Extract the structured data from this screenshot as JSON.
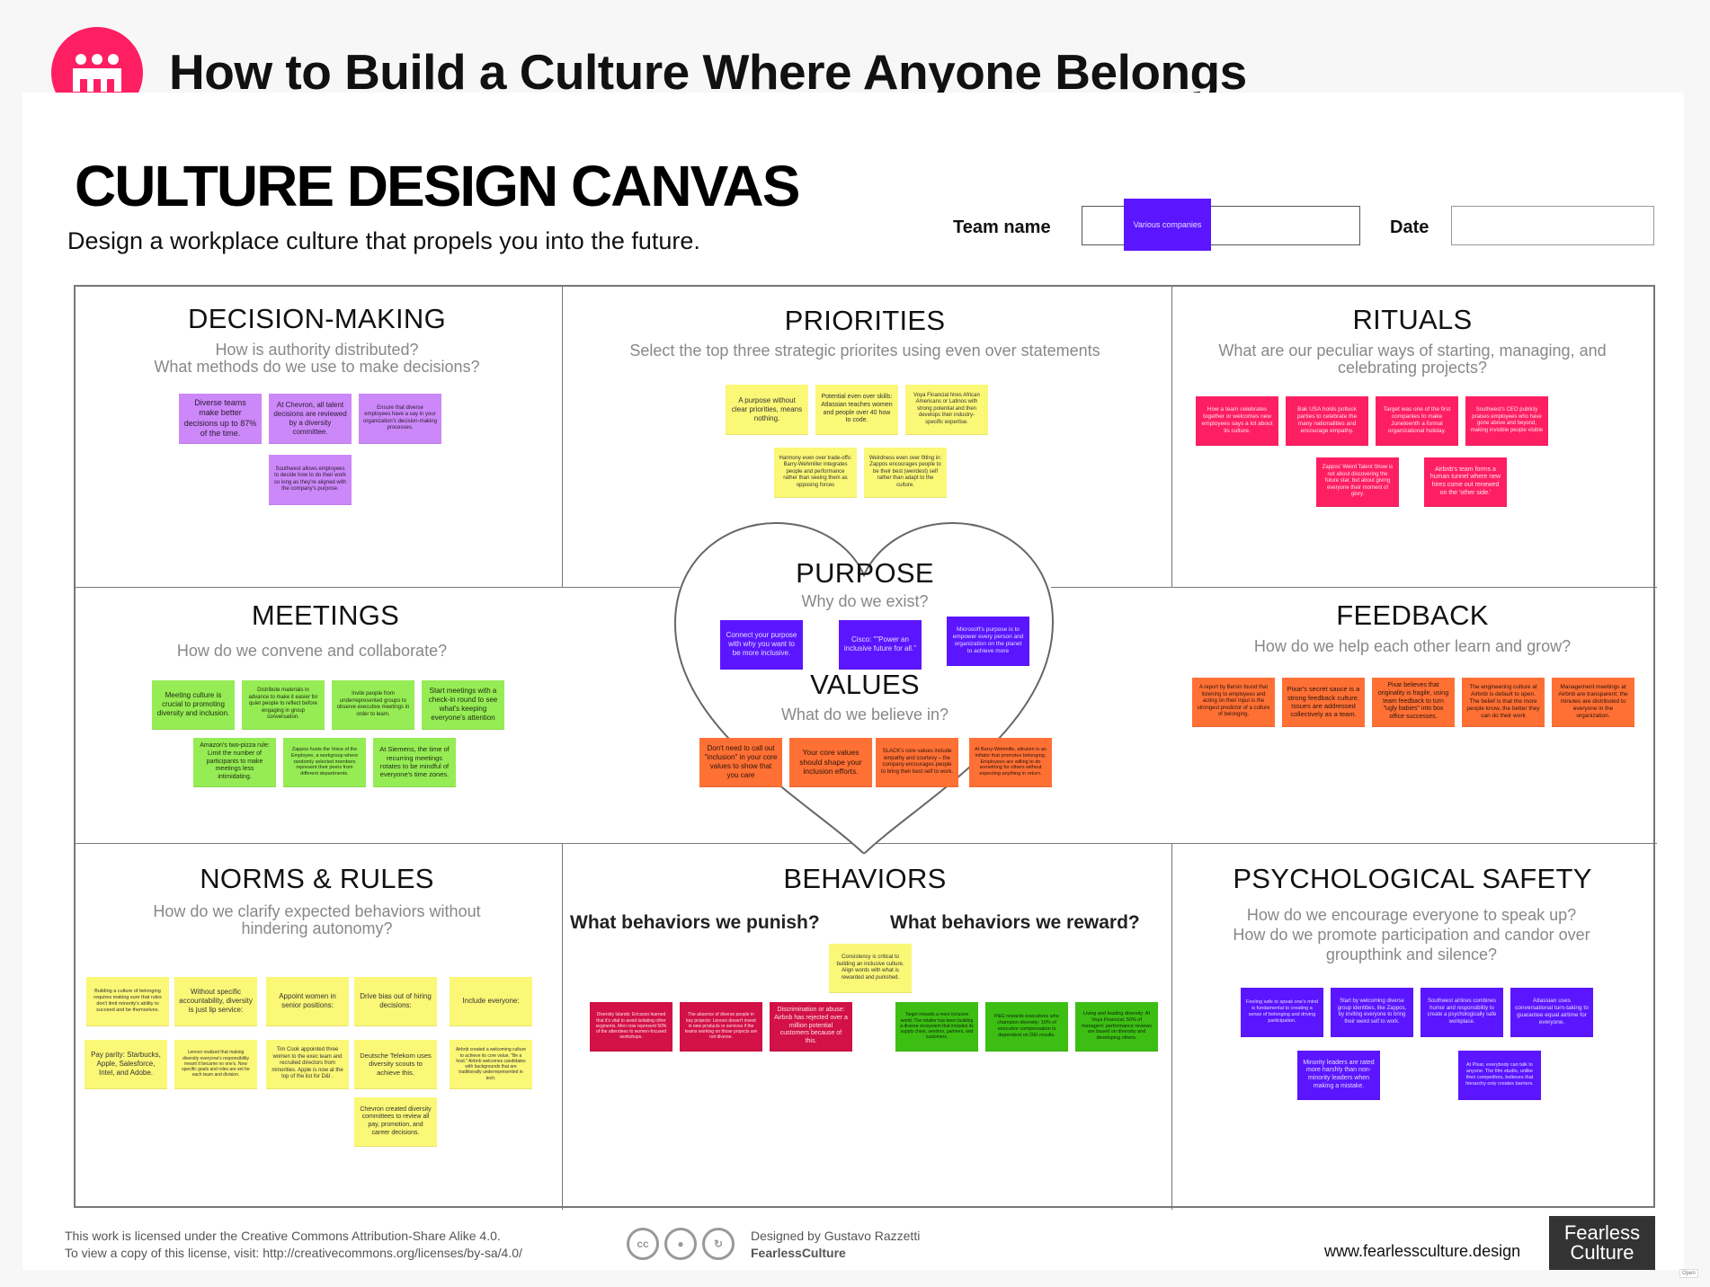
{
  "header": {
    "title": "How to Build a Culture Where Anyone Belongs",
    "logo_icon": "people-group-icon",
    "logo_color": "#fe1f63"
  },
  "canvas": {
    "title": "CULTURE DESIGN CANVAS",
    "subtitle": "Design a workplace culture that propels you into the future.",
    "team_label": "Team name",
    "team_value": "Various companies",
    "date_label": "Date",
    "date_value": ""
  },
  "sections": {
    "decision_making": {
      "title": "DECISION-MAKING",
      "question": "How is authority distributed?\nWhat methods do we use to make decisions?",
      "notes": [
        "Diverse teams make better decisions up to 87% of the time.",
        "At Chevron, all talent decisions are reviewed by a diversity committee.",
        "Ensure that diverse employees have a say in your organization's decision-making processes.",
        "Southwest allows employees to decide how to do their work so long as they're aligned with the company's purpose."
      ]
    },
    "priorities": {
      "title": "PRIORITIES",
      "question": "Select the top three strategic priorites using even over statements",
      "notes": [
        "A purpose without clear priorities, means nothing.",
        "Potential even over skills: Atlassian teaches women and people over 40 how to code.",
        "Voya Financial hires African Americans or Latinos with strong potential and then develops their industry-specific expertise.",
        "Harmony even over trade-offs: Barry-Wehmiller integrates people and performance rather than seeing them as opposing forces",
        "Weirdness even over fitting in: Zappos encourages people to be their best (weirdest) self rather than adapt to the culture."
      ]
    },
    "rituals": {
      "title": "RITUALS",
      "question": "What are our peculiar ways of starting, managing, and celebrating projects?",
      "notes": [
        "How a team celebrates together or welcomes new employees says a lot about its culture.",
        "Bak USA holds potluck parties to celebrate the many nationalities and encourage empathy.",
        "Target was one of the first companies to make Juneteenth a formal organizational holiday.",
        "Southwest's CEO publicly praises employees who have gone above and beyond, making invisible people visible",
        "Zappos' Weird Talent Show is not about discovering the future star, but about giving everyone their moment of glory.",
        "Airbnb's team forms a human tunnel where new hires come out renewed on the 'other side.'"
      ]
    },
    "meetings": {
      "title": "MEETINGS",
      "question": "How do we convene and collaborate?",
      "notes": [
        "Meeting culture is crucial to promoting diversity and inclusion.",
        "Distribute materials in advance to make it easier for quiet people to reflect before engaging in group conversation.",
        "Invite people from underrepresented groups to observe executive meetings in order to learn.",
        "Start meetings with a check-in round to see what's keeping everyone's attention",
        "Amazon's two-pizza rule: Limit the number of participants to make meetings less intimidating.",
        "Zappos hosts the Voice of the Employee, a workgroup where randomly selected members represent their peers from different departments.",
        "At Siemens, the time of recurring meetings rotates to be mindful of everyone's time zones."
      ]
    },
    "purpose": {
      "title": "PURPOSE",
      "question": "Why do we exist?",
      "notes": [
        "Connect your purpose with why you want to be more inclusive.",
        "Cisco: \"\"Power an inclusive future for all.\"",
        "Microsoft's purpose is to empower every person and organization on the planet to achieve more"
      ]
    },
    "values": {
      "title": "VALUES",
      "question": "What do we believe in?",
      "notes": [
        "Don't need to call out \"inclusion\" in your core values to show that you care",
        "Your core values should shape your inclusion efforts.",
        "SLACK's core values include empathy and courtesy – the company encourages people to bring their best self to work.",
        "At Barry-Wehmille, altruism is an inflator that promotes belonging. Employees are willing to do something for others without  expecting anything in return."
      ]
    },
    "feedback": {
      "title": "FEEDBACK",
      "question": "How do we help each other learn and grow?",
      "notes": [
        "A report by Bersin found that listening to employees and acting on their input is the strongest predictor of a culture of belonging.",
        "Pixar's secret sauce is a strong feedback culture. Issues are addressed collectively as a team.",
        "Pixar believes that originality is fragile, using team feedback to turn \"ugly babies\" into box office successes.",
        "The engineering culture at Airbnb is default to open. The belief is that the more people know, the better they can do their work",
        "Management meetings at Airbnb are transparent; the minutes are distributed to everyone in the organization."
      ]
    },
    "norms": {
      "title": "NORMS & RULES",
      "question": "How do we clarify expected behaviors without hindering autonomy?",
      "notes": [
        "Building a culture of belonging requires making sure that rules don't limit minority's ability to succeed and be themselves.",
        "Without specific accountability, diversity is just lip service:",
        "Appoint women in senior positions:",
        "Drive bias out of hiring decisions:",
        "Include everyone:",
        "Pay parity: Starbucks, Apple, Salesforce, Intel, and Adobe.",
        "Lenovo realized that making diversity everyone's responsibility meant it became no one's. Now specific goals and roles are set for each team and division.",
        "Tim Cook appointed three women to the exec team and recruited directors from minorities. Apple is now at the top of the list for D&I .",
        "Deutsche Telekom uses diversity scouts to achieve this.",
        "Airbnb created a welcoming culture to achieve its core value, \"Be a host.\" Airbnb welcomes candidates with backgrounds that are traditionally underrepresented in tech.",
        "Chevron created diversity committees to review all pay, promotion, and career decisions."
      ]
    },
    "behaviors": {
      "title": "BEHAVIORS",
      "punish_label": "What behaviors we punish?",
      "reward_label": "What behaviors we reward?",
      "center_note": "Consistency is critical to building an inclusive culture. Align words with what is rewarded and punished.",
      "punish_notes": [
        "Diversity Islands: Ericsson learned that it's vital to avoid isolating other segments. Men now represent 50% of the attendees to women-focused workshops.",
        "The absence of diverse people in key projects: Lenovo doesn't invest in new products or services if the teams working on those projects are not diverse.",
        "Discrimination or abuse: Airbnb has rejected over a million potential customers because of this."
      ],
      "reward_notes": [
        "Target rewards a more inclusive world: The retailer has been building a diverse ecosystem that includes its supply chain, vendors, partners, and customers.",
        "P&G rewards executives who champion diversity: 10% of executive compensation is dependent on DEI results.",
        "Living and leading diversity: At Voya Financial, 50% of managers' performance reviews are based on diversity and developing others."
      ]
    },
    "psych_safety": {
      "title": "PSYCHOLOGICAL SAFETY",
      "question": "How do we encourage everyone to speak up?\nHow do we promote participation and candor over groupthink and silence?",
      "notes": [
        "Feeling safe to speak one's mind is fundamental to creating a sense of belonging and driving participation.",
        "Start by welcoming diverse group identities, like Zappos, by inviting everyone to bring their weird self to work.",
        "Southwest airlines combines humor and responsibility to create a psychologically safe workplace.",
        "Atlassian uses conversational turn-taking to guarantee equal airtime for everyone.",
        "Minority leaders are rated more harshly than non-minority leaders when making a mistake.",
        "At Pixar, everybody can talk to anyone. The film studio, unlike their competitors, believes that hierarchy only creates barriers."
      ]
    }
  },
  "footer": {
    "license_line1": "This work is licensed under the Creative Commons Attribution-Share Alike 4.0.",
    "license_line2": "To view a copy of this license, visit: http://creativecommons.org/licenses/by-sa/4.0/",
    "cc_icons": [
      "cc-icon",
      "attribution-icon",
      "share-alike-icon"
    ],
    "designed_by": "Designed by Gustavo Razzetti",
    "brand": "FearlessCulture",
    "website": "www.fearlessculture.design",
    "logo_line1": "Fearless",
    "logo_line2": "Culture",
    "open_tag": "Open"
  },
  "colors": {
    "purple_note": "#cc88f8",
    "yellow_note": "#fbf777",
    "pink_note": "#fe1f63",
    "green_note": "#96ec54",
    "violet_note": "#5b16ff",
    "orange_note": "#ff7035",
    "crimson_note": "#d21147",
    "dark_green_note": "#3cbe13"
  }
}
